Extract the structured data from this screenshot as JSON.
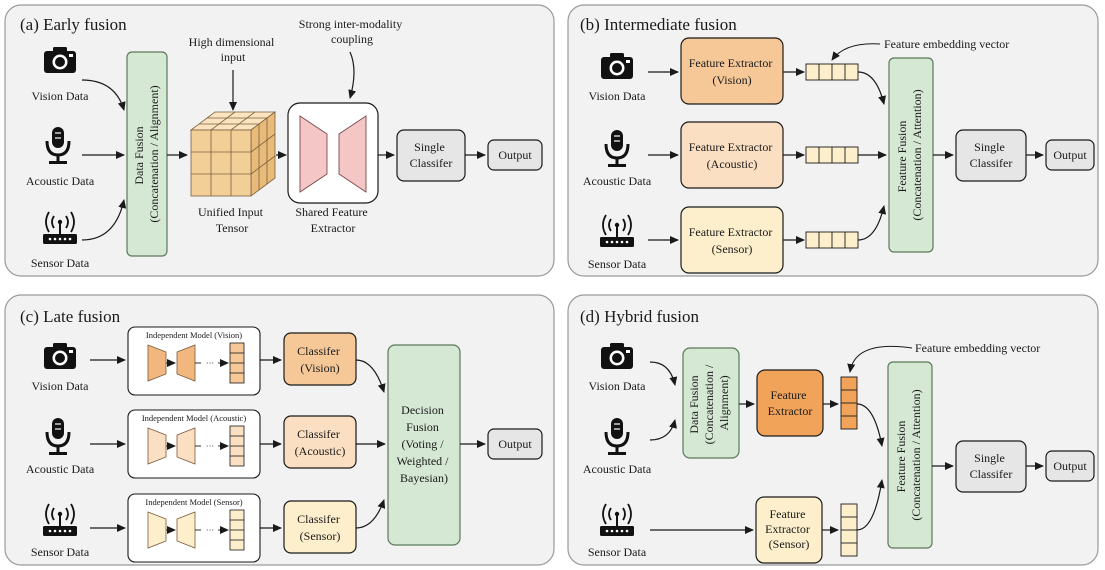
{
  "panels": {
    "a": {
      "title": "(a) Early fusion",
      "vision": "Vision Data",
      "acoustic": "Acoustic Data",
      "sensor": "Sensor Data",
      "fusion": [
        "Data Fusion",
        "(Concatenation / Alignment)"
      ],
      "highdim": [
        "High dimensional",
        "input"
      ],
      "coupling": [
        "Strong inter-modality",
        "coupling"
      ],
      "tensor": [
        "Unified Input",
        "Tensor"
      ],
      "shared": [
        "Shared Feature",
        "Extractor"
      ],
      "classifier": [
        "Single",
        "Classifer"
      ],
      "output": "Output"
    },
    "b": {
      "title": "(b) Intermediate fusion",
      "vision": "Vision Data",
      "acoustic": "Acoustic Data",
      "sensor": "Sensor Data",
      "fe_vision": [
        "Feature Extractor",
        "(Vision)"
      ],
      "fe_acoustic": [
        "Feature Extractor",
        "(Acoustic)"
      ],
      "fe_sensor": [
        "Feature Extractor",
        "(Sensor)"
      ],
      "embedding": "Feature embedding vector",
      "fusion": [
        "Feature Fusion",
        "(Concatenation / Attention)"
      ],
      "classifier": [
        "Single",
        "Classifer"
      ],
      "output": "Output"
    },
    "c": {
      "title": "(c)  Late fusion",
      "vision": "Vision Data",
      "acoustic": "Acoustic Data",
      "sensor": "Sensor Data",
      "model_vision": "Independent Model (Vision)",
      "model_acoustic": "Independent Model (Acoustic)",
      "model_sensor": "Independent Model (Sensor)",
      "dots": "···",
      "cls_vision": [
        "Classifer",
        "(Vision)"
      ],
      "cls_acoustic": [
        "Classifer",
        "(Acoustic)"
      ],
      "cls_sensor": [
        "Classifer",
        "(Sensor)"
      ],
      "decision": [
        "Decision",
        "Fusion",
        "(Voting /",
        "Weighted /",
        "Bayesian)"
      ],
      "output": "Output"
    },
    "d": {
      "title": "(d) Hybrid fusion",
      "vision": "Vision Data",
      "acoustic": "Acoustic Data",
      "sensor": "Sensor Data",
      "data_fusion": [
        "Data Fusion",
        "(Concatenation /",
        "Alignment)"
      ],
      "fe": [
        "Feature",
        "Extractor"
      ],
      "fe_sensor": [
        "Feature",
        "Extractor",
        "(Sensor)"
      ],
      "embedding": "Feature embedding vector",
      "fusion": [
        "Feature Fusion",
        "(Concatenation / Attention)"
      ],
      "classifier": [
        "Single",
        "Classifer"
      ],
      "output": "Output"
    }
  },
  "colors": {
    "panel_bg": "#f2f2f2",
    "panel_border": "#9a9a9a",
    "fusion_green": "#d5e8d4",
    "fusion_green_border": "#5a7a58",
    "classifier_gray": "#e6e6e6",
    "vision_orange": "#f6c898",
    "acoustic_orange": "#fbdfc2",
    "sensor_yellow": "#fdefcc",
    "hybrid_orange": "#f2a35a",
    "trapezoid_pink": "#f5c6c6",
    "cube_light": "#fbe3bf",
    "cube_mid": "#f3cf98",
    "cube_dark": "#e9bb78"
  },
  "icons": [
    "camera-icon",
    "microphone-icon",
    "router-icon"
  ]
}
